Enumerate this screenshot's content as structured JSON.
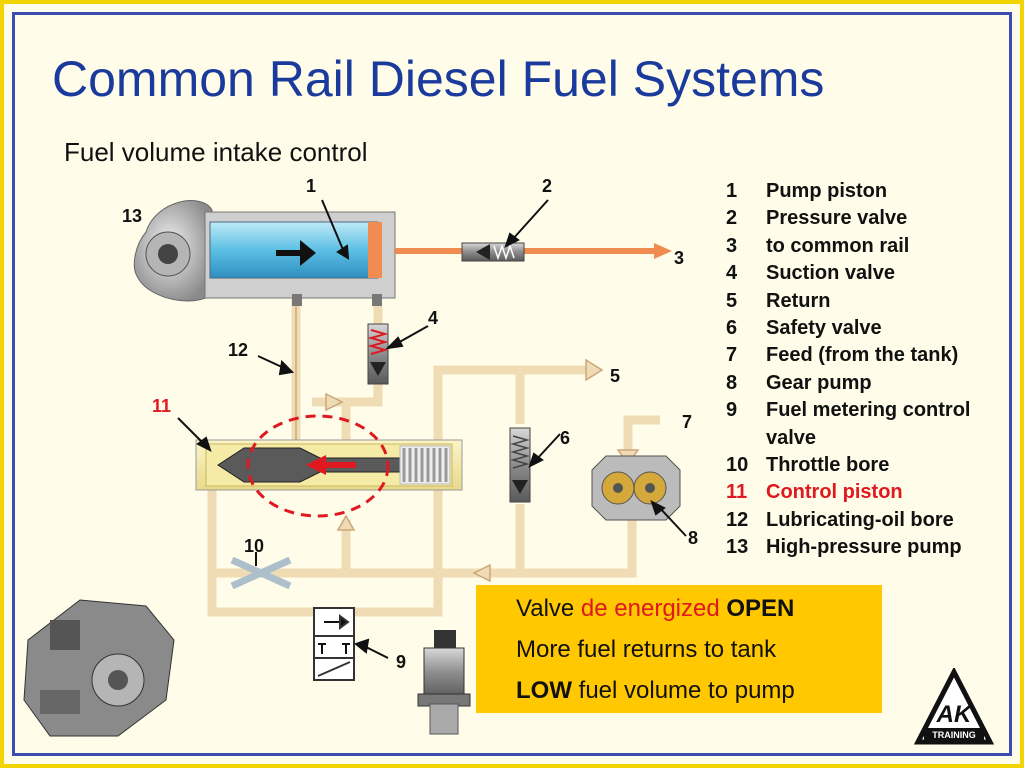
{
  "title": "Common Rail Diesel Fuel Systems",
  "subtitle": "Fuel volume intake control",
  "callouts": {
    "c1": "1",
    "c2": "2",
    "c3": "3",
    "c4": "4",
    "c5": "5",
    "c6": "6",
    "c7": "7",
    "c8": "8",
    "c9": "9",
    "c10": "10",
    "c11": "11",
    "c12": "12",
    "c13": "13"
  },
  "legend": [
    {
      "num": "1",
      "text": "Pump piston"
    },
    {
      "num": "2",
      "text": "Pressure valve"
    },
    {
      "num": "3",
      "text": "to common rail"
    },
    {
      "num": "4",
      "text": "Suction valve"
    },
    {
      "num": "5",
      "text": "Return"
    },
    {
      "num": "6",
      "text": "Safety valve"
    },
    {
      "num": "7",
      "text": "Feed (from the tank)"
    },
    {
      "num": "8",
      "text": "Gear pump"
    },
    {
      "num": "9",
      "text": "Fuel metering control valve"
    },
    {
      "num": "10",
      "text": "Throttle bore"
    },
    {
      "num": "11",
      "text": "Control piston"
    },
    {
      "num": "12",
      "text": "Lubricating-oil bore"
    },
    {
      "num": "13",
      "text": "High-pressure pump"
    }
  ],
  "status": {
    "line1_pre": "Valve ",
    "line1_red": "de energized",
    "line1_bold": "OPEN",
    "line2": "More fuel returns to tank",
    "line3_bold": "LOW",
    "line3_rest": " fuel volume to pump"
  },
  "logo": {
    "letters": "AK",
    "word": "TRAINING"
  },
  "colors": {
    "title": "#1a3a9c",
    "highlight": "#e0181f",
    "status_box": "#ffc800",
    "fuel_line": "#f0dcb4",
    "high_pressure_line": "#f08c50",
    "piston_cylinder": "#6ec8e6",
    "control_body": "#f6eba6"
  }
}
